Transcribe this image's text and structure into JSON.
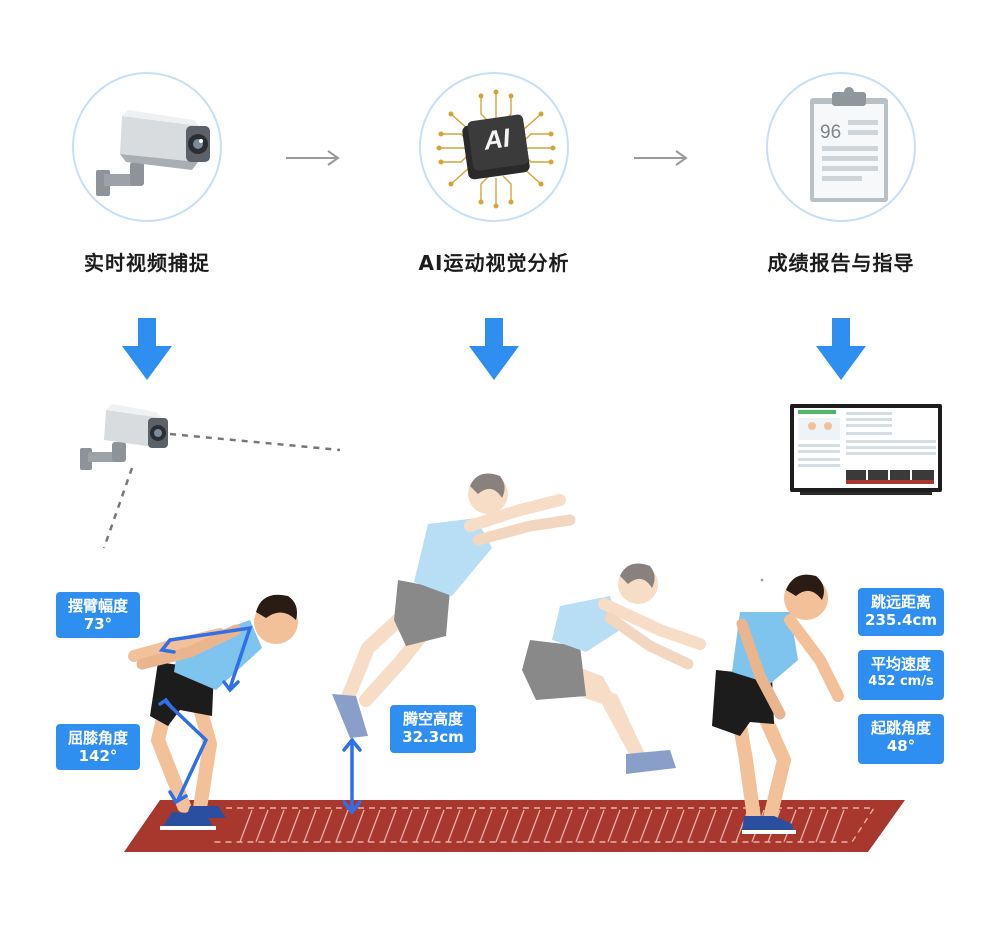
{
  "steps": [
    {
      "title": "实时视频捕捉",
      "icon": "camera-icon"
    },
    {
      "title": "AI运动视觉分析",
      "icon": "ai-chip-icon",
      "chip_label": "AI"
    },
    {
      "title": "成绩报告与指导",
      "icon": "clipboard-report-icon",
      "score": "96"
    }
  ],
  "metrics": {
    "arm_swing": {
      "label": "摆臂幅度",
      "value": "73°"
    },
    "knee_bend": {
      "label": "屈膝角度",
      "value": "142°"
    },
    "air_height": {
      "label": "腾空高度",
      "value": "32.3cm"
    },
    "jump_distance": {
      "label": "跳远距离",
      "value": "235.4cm"
    },
    "avg_speed": {
      "label": "平均速度",
      "value": "452 cm/s"
    },
    "takeoff_angle": {
      "label": "起跳角度",
      "value": "48°"
    }
  },
  "colors": {
    "accent": "#2f8ff0",
    "track": "#a8372d",
    "circle_border": "#c7dff5",
    "shirt": "#7fc4ee",
    "skin": "#f2c199"
  }
}
